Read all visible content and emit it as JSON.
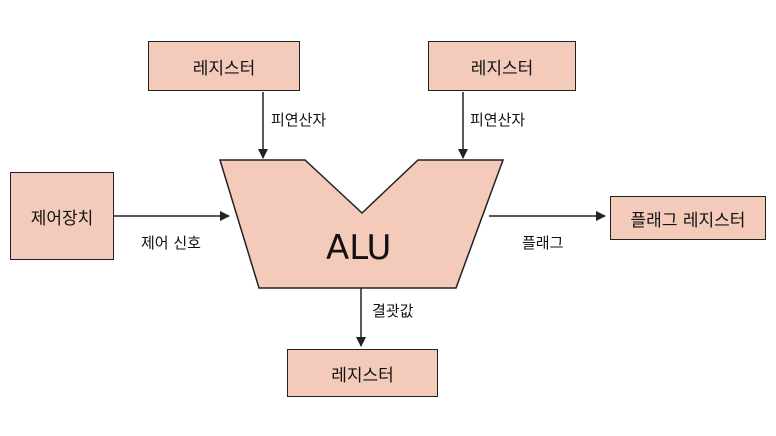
{
  "diagram": {
    "register_top_left": "레지스터",
    "register_top_right": "레지스터",
    "register_bottom": "레지스터",
    "control_unit": "제어장치",
    "flag_register": "플래그 레지스터",
    "alu": "ALU",
    "operand_left": "피연산자",
    "operand_right": "피연산자",
    "control_signal": "제어 신호",
    "flag": "플래그",
    "result": "결괏값"
  },
  "colors": {
    "box_fill": "#f4cbbb",
    "stroke": "#222222"
  }
}
